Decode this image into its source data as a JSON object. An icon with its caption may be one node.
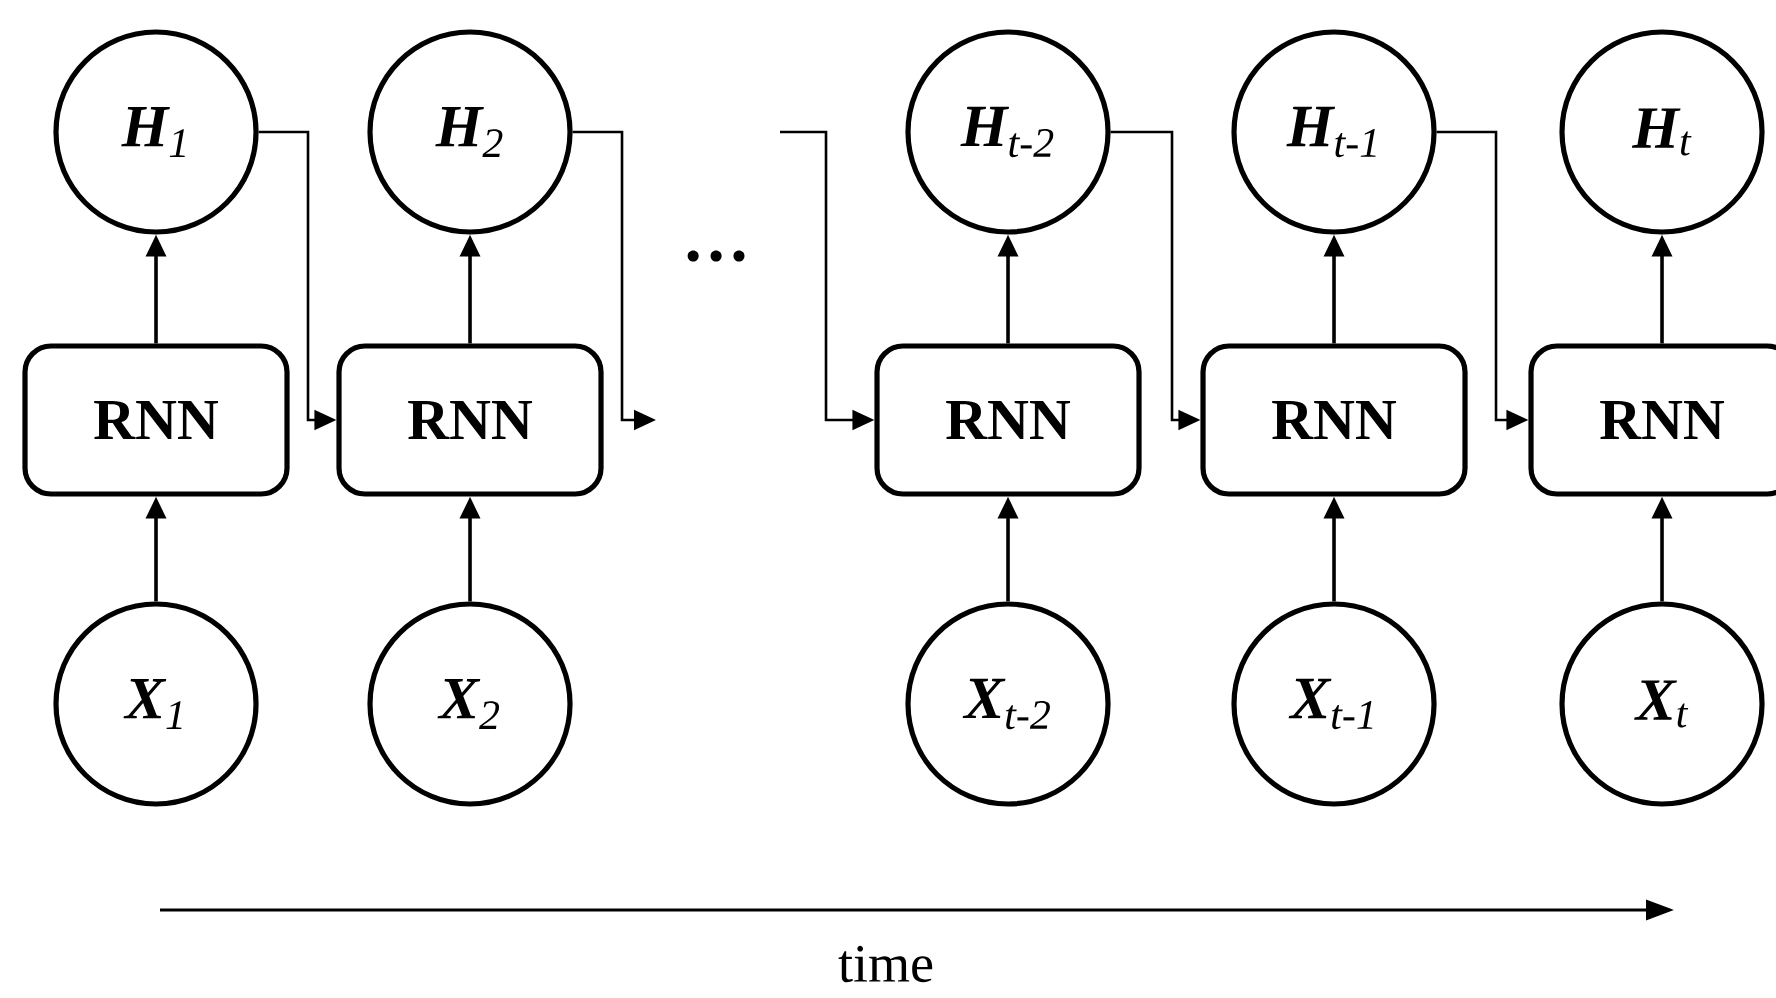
{
  "diagram": {
    "nodes": [
      {
        "text": [
          "**H**$_{1}$"
        ]
      },
      {
        "text": [
          "**H**$_{2}$"
        ]
      },
      {
        "text": [
          "**H**$_{t-2}$"
        ]
      },
      {
        "text": [
          "**H**$_{t-1}$"
        ]
      },
      {
        "text": [
          "**H**$_{t}$"
        ]
      },
      {
        "text": [
          "RNN"
        ]
      },
      {
        "text": [
          "RNN"
        ]
      },
      {
        "text": [
          "RNN"
        ]
      },
      {
        "text": [
          "RNN"
        ]
      },
      {
        "text": [
          "RNN"
        ]
      },
      {
        "text": [
          "**X**$_{1}$"
        ]
      },
      {
        "text": [
          "**X**$_{2}$"
        ]
      },
      {
        "text": [
          "**X**$_{t-2}$"
        ]
      },
      {
        "text": [
          "**X**$_{t-1}$"
        ]
      },
      {
        "text": [
          "**X**$_{t}$"
        ]
      }
    ],
    "edges": [
      {
        "from": 10,
        "to": 5,
        "arrow": "to"
      },
      {
        "from": 11,
        "to": 6,
        "arrow": "to"
      },
      {
        "from": 12,
        "to": 7,
        "arrow": "to"
      },
      {
        "from": 13,
        "to": 8,
        "arrow": "to"
      },
      {
        "from": 14,
        "to": 9,
        "arrow": "to"
      },
      {
        "from": 5,
        "to": 0,
        "arrow": "to"
      },
      {
        "from": 6,
        "to": 1,
        "arrow": "to"
      },
      {
        "from": 7,
        "to": 2,
        "arrow": "to"
      },
      {
        "from": 8,
        "to": 3,
        "arrow": "to"
      },
      {
        "from": 9,
        "to": 4,
        "arrow": "to"
      },
      {
        "from": 0,
        "to": 6,
        "arrow": "to"
      },
      {
        "from": 1,
        "to": null,
        "arrow": "to"
      },
      {
        "from": null,
        "to": 7,
        "arrow": "to"
      },
      {
        "from": 2,
        "to": 8,
        "arrow": "to"
      },
      {
        "from": 3,
        "to": 9,
        "arrow": "to"
      }
    ],
    "labels": [
      "…",
      "time"
    ]
  }
}
